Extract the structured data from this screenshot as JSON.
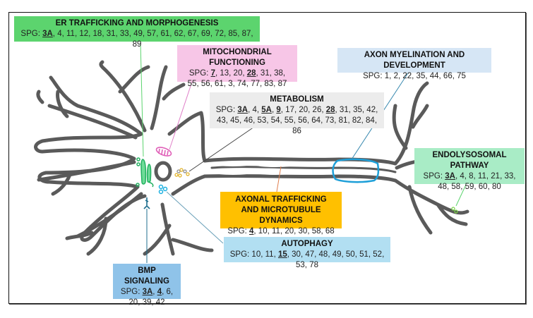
{
  "figure": {
    "description": "Neuron schematic with SPG gene groups by cellular pathway",
    "colors": {
      "neuron_outline": "#5a5a5a",
      "er": "#5cd46e",
      "mitochondria": "#f7c6e7",
      "metabolism": "#ececec",
      "myelination": "#d6e6f5",
      "endolysosomal": "#a9ecc6",
      "axonal_trafficking": "#ffc000",
      "autophagy": "#b2dff2",
      "bmp": "#8fc3e9"
    },
    "boxes": [
      {
        "id": "er",
        "title": "ER TRAFFICKING AND MORPHOGENESIS",
        "prefix": "SPG: ",
        "genes": [
          {
            "v": "3A",
            "hl": true
          },
          {
            "v": "4"
          },
          {
            "v": "11"
          },
          {
            "v": "12"
          },
          {
            "v": "18"
          },
          {
            "v": "31"
          },
          {
            "v": "33"
          },
          {
            "v": "49"
          },
          {
            "v": "57"
          },
          {
            "v": "61"
          },
          {
            "v": "62"
          },
          {
            "v": "67"
          },
          {
            "v": "69"
          },
          {
            "v": "72"
          },
          {
            "v": "85"
          },
          {
            "v": "87"
          },
          {
            "v": "89"
          }
        ]
      },
      {
        "id": "mito",
        "title": "MITOCHONDRIAL  FUNCTIONING",
        "prefix": "SPG: ",
        "genes": [
          {
            "v": "7",
            "hl": true
          },
          {
            "v": "13"
          },
          {
            "v": "20"
          },
          {
            "v": "28",
            "hl": true
          },
          {
            "v": "31"
          },
          {
            "v": "38"
          },
          {
            "v": "55"
          },
          {
            "v": "56"
          },
          {
            "v": "61"
          },
          {
            "v": "3"
          },
          {
            "v": "74"
          },
          {
            "v": "77"
          },
          {
            "v": "83"
          },
          {
            "v": "87"
          }
        ]
      },
      {
        "id": "metabolism",
        "title": "METABOLISM",
        "prefix": "SPG: ",
        "genes": [
          {
            "v": "3A",
            "hl": true
          },
          {
            "v": "4"
          },
          {
            "v": "5A",
            "hl": true
          },
          {
            "v": "9",
            "hl": true
          },
          {
            "v": "17"
          },
          {
            "v": "20"
          },
          {
            "v": "26"
          },
          {
            "v": "28",
            "hl": true
          },
          {
            "v": "31"
          },
          {
            "v": "35"
          },
          {
            "v": "42"
          },
          {
            "v": "43"
          },
          {
            "v": "45"
          },
          {
            "v": "46"
          },
          {
            "v": "53"
          },
          {
            "v": "54"
          },
          {
            "v": "55"
          },
          {
            "v": "56"
          },
          {
            "v": "64"
          },
          {
            "v": "73"
          },
          {
            "v": "81"
          },
          {
            "v": "82"
          },
          {
            "v": "84"
          },
          {
            "v": "86"
          }
        ]
      },
      {
        "id": "myelination",
        "title": "AXON MYELINATION  AND DEVELOPMENT",
        "prefix": "SPG: ",
        "genes": [
          {
            "v": "1"
          },
          {
            "v": "2"
          },
          {
            "v": "22"
          },
          {
            "v": "35"
          },
          {
            "v": "44"
          },
          {
            "v": "66"
          },
          {
            "v": "75"
          }
        ]
      },
      {
        "id": "endolysosomal",
        "title": "ENDOLYSOSOMAL  PATHWAY",
        "prefix": "SPG: ",
        "genes": [
          {
            "v": "3A",
            "hl": true
          },
          {
            "v": "4"
          },
          {
            "v": "8"
          },
          {
            "v": "11"
          },
          {
            "v": "21"
          },
          {
            "v": "33"
          },
          {
            "v": "48"
          },
          {
            "v": "58"
          },
          {
            "v": "59"
          },
          {
            "v": "60"
          },
          {
            "v": "80"
          }
        ]
      },
      {
        "id": "axonal",
        "title": "AXONAL TRAFFICKING AND MICROTUBULE DYNAMICS",
        "title_lines": [
          "AXONAL TRAFFICKING",
          "AND MICROTUBULE DYNAMICS"
        ],
        "prefix": "SPG: ",
        "genes": [
          {
            "v": "4",
            "hl": true
          },
          {
            "v": "10"
          },
          {
            "v": "11"
          },
          {
            "v": "20"
          },
          {
            "v": "30"
          },
          {
            "v": "58"
          },
          {
            "v": "68"
          }
        ]
      },
      {
        "id": "autophagy",
        "title": "AUTOPHAGY",
        "prefix": "SPG: ",
        "genes": [
          {
            "v": "10"
          },
          {
            "v": "11"
          },
          {
            "v": "15",
            "hl": true
          },
          {
            "v": "30"
          },
          {
            "v": "47"
          },
          {
            "v": "48"
          },
          {
            "v": "49"
          },
          {
            "v": "50"
          },
          {
            "v": "51"
          },
          {
            "v": "52"
          },
          {
            "v": "53"
          },
          {
            "v": "78"
          }
        ]
      },
      {
        "id": "bmp",
        "title": "BMP SIGNALING",
        "prefix": "SPG: ",
        "genes": [
          {
            "v": "3A",
            "hl": true
          },
          {
            "v": "4",
            "hl": true
          },
          {
            "v": "6"
          },
          {
            "v": "20"
          },
          {
            "v": "39"
          },
          {
            "v": "42"
          }
        ]
      }
    ]
  }
}
